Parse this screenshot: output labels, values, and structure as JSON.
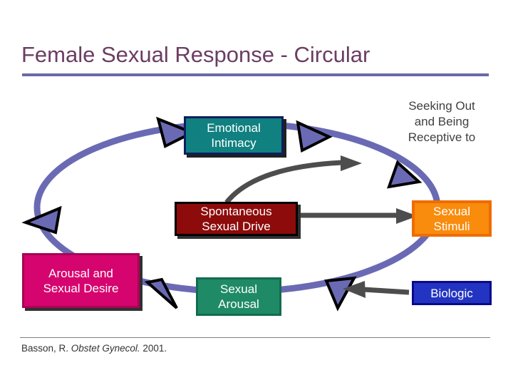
{
  "slide": {
    "title": "Female Sexual Response - Circular",
    "title_color": "#6b3d63",
    "rule_color": "#6a6aa8",
    "background": "#ffffff"
  },
  "boxes": [
    {
      "key": "emotional_intimacy",
      "label": "Emotional\nIntimacy",
      "line1": "Emotional",
      "line2": "Intimacy",
      "fill": "#118080",
      "border": "#0d1f5c",
      "text_color": "#ffffff"
    },
    {
      "key": "spontaneous_sexual_drive",
      "label": "Spontaneous\nSexual Drive",
      "line1": "Spontaneous",
      "line2": "Sexual Drive",
      "fill": "#8d0b0b",
      "border": "#000000",
      "text_color": "#ffffff"
    },
    {
      "key": "sexual_arousal",
      "label": "Sexual\nArousal",
      "line1": "Sexual",
      "line2": "Arousal",
      "fill": "#1f8a66",
      "border": "#136b50",
      "text_color": "#ffffff"
    },
    {
      "key": "arousal_and_sexual_desire",
      "label": "Arousal and\nSexual Desire",
      "line1": "Arousal and",
      "line2": "Sexual Desire",
      "fill": "#d6046e",
      "border": "#a90458",
      "text_color": "#ffffff"
    },
    {
      "key": "sexual_stimuli",
      "label": "Sexual\nStimuli",
      "line1": "Sexual",
      "line2": "Stimuli",
      "fill": "#f98b0d",
      "border": "#ef6c00",
      "text_color": "#ffffff"
    },
    {
      "key": "biologic",
      "label": "Biologic",
      "line1": "Biologic",
      "line2": "",
      "fill": "#2334c2",
      "border": "#0a0a8a",
      "text_color": "#ffffff"
    }
  ],
  "labels": {
    "seeking_line1": "Seeking Out",
    "seeking_line2": "and Being",
    "seeking_line3": "Receptive to",
    "seeking_color": "#404040"
  },
  "cycle": {
    "ring_color": "#6a6ab4",
    "arrowhead_fill": "#6a6ab4",
    "arrowhead_stroke": "#000000",
    "connector_color": "#4d4d4d",
    "direction": "clockwise",
    "nodes": [
      "Emotional Intimacy",
      "Seeking Out and Being Receptive to",
      "Sexual Stimuli",
      "Sexual Arousal",
      "Arousal and Sexual Desire"
    ]
  },
  "citation": {
    "author": "Basson, R.",
    "journal": "Obstet Gynecol.",
    "year": "2001."
  }
}
